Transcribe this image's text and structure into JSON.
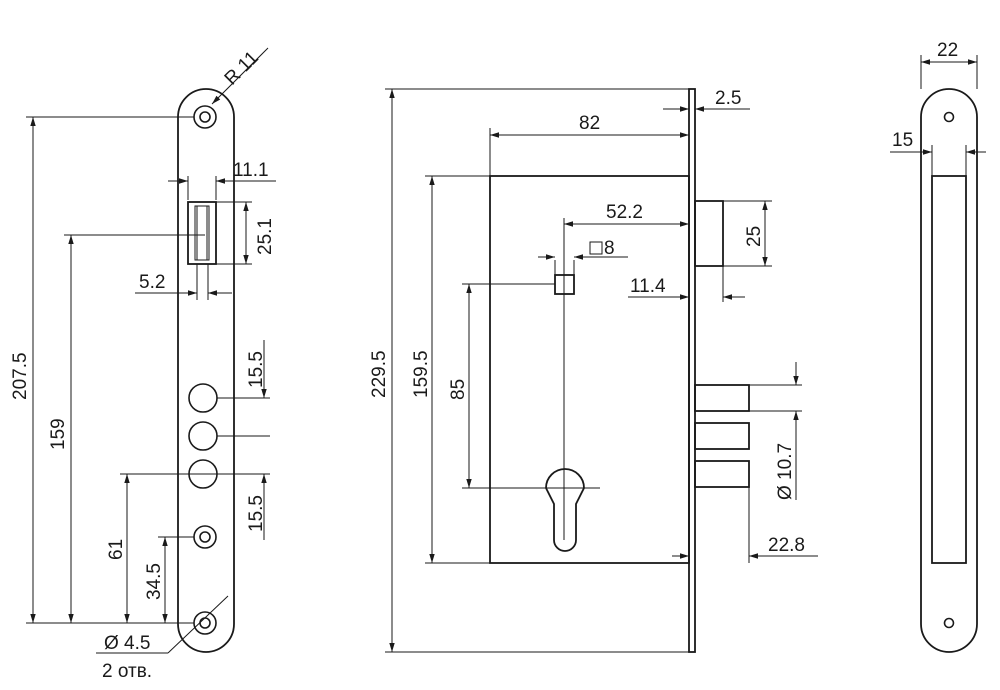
{
  "colors": {
    "ink": "#1a1a1a",
    "background": "#ffffff"
  },
  "faceplate": {
    "r_label": "R 11",
    "latch_width": "11.1",
    "latch_height": "25.1",
    "latch_offset": "5.2",
    "total_length": "207.5",
    "latch_to_hole": "159",
    "bolt_pitch_top": "15.5",
    "bolt_pitch_bottom": "15.5",
    "cyl_to_hole": "61",
    "screw_to_hole": "34.5",
    "hole_diameter": "Ø 4.5",
    "hole_count": "2 отв."
  },
  "side_view": {
    "total_height": "229.5",
    "body_height": "159.5",
    "backset_height": "85",
    "body_depth": "82",
    "plate_thickness": "2.5",
    "backset": "52.2",
    "spindle": "8",
    "latch_throw": "25",
    "latch_offset": "11.4",
    "bolt_diameter": "Ø 10.7",
    "bolt_throw": "22.8"
  },
  "end_view": {
    "plate_width": "22",
    "body_width": "15"
  }
}
